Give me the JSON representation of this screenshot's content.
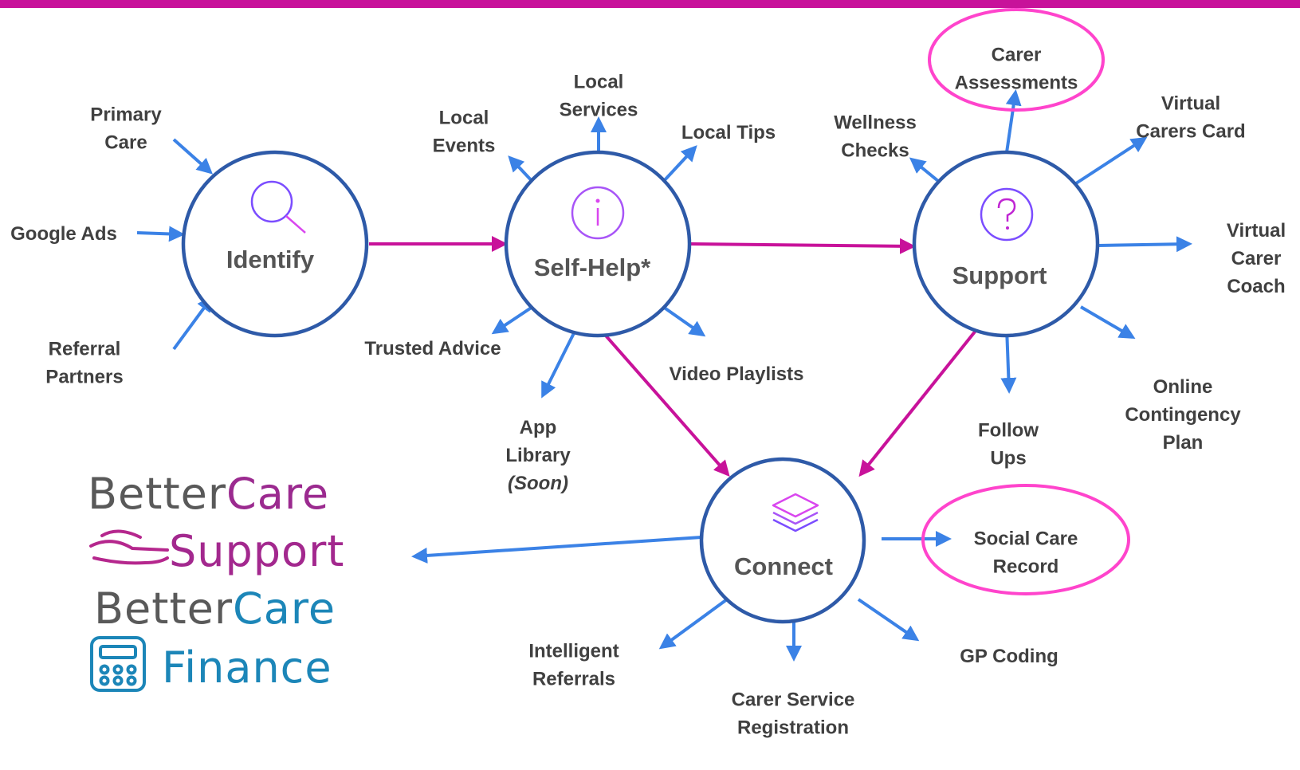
{
  "nodes": {
    "identify": "Identify",
    "selfhelp": "Self-Help*",
    "support": "Support",
    "connect": "Connect"
  },
  "labels": {
    "primary_care": [
      "Primary",
      "Care"
    ],
    "google_ads": [
      "Google Ads"
    ],
    "referral_partners": [
      "Referral",
      "Partners"
    ],
    "local_events": [
      "Local",
      "Events"
    ],
    "local_services": [
      "Local",
      "Services"
    ],
    "local_tips": [
      "Local Tips"
    ],
    "trusted_advice": [
      "Trusted Advice"
    ],
    "video_playlists": [
      "Video Playlists"
    ],
    "app_library": [
      "App",
      "Library"
    ],
    "app_library_note": "(Soon)",
    "wellness_checks": [
      "Wellness",
      "Checks"
    ],
    "carer_assessments": [
      "Carer",
      "Assessments"
    ],
    "virtual_carers_card": [
      "Virtual",
      "Carers Card"
    ],
    "virtual_carer_coach": [
      "Virtual",
      "Carer",
      "Coach"
    ],
    "follow_ups": [
      "Follow",
      "Ups"
    ],
    "online_contingency_plan": [
      "Online",
      "Contingency",
      "Plan"
    ],
    "social_care_record": [
      "Social Care",
      "Record"
    ],
    "intelligent_referrals": [
      "Intelligent",
      "Referrals"
    ],
    "carer_service_registration": [
      "Carer Service",
      "Registration"
    ],
    "gp_coding": [
      "GP Coding"
    ]
  },
  "logo": {
    "line1_a": "Better",
    "line1_b": "Care",
    "line2": "Support",
    "line3_a": "Better",
    "line3_b": "Care",
    "line4": "Finance"
  },
  "colors": {
    "accent": "#c8129a",
    "circle": "#2e5aa8",
    "arrow": "#3b82e6",
    "highlight": "#ff44cc",
    "icon": "#7b4dff",
    "text": "#404040"
  },
  "icons": {
    "identify": "search-icon",
    "selfhelp": "info-icon",
    "support": "question-icon",
    "connect": "layers-icon"
  }
}
